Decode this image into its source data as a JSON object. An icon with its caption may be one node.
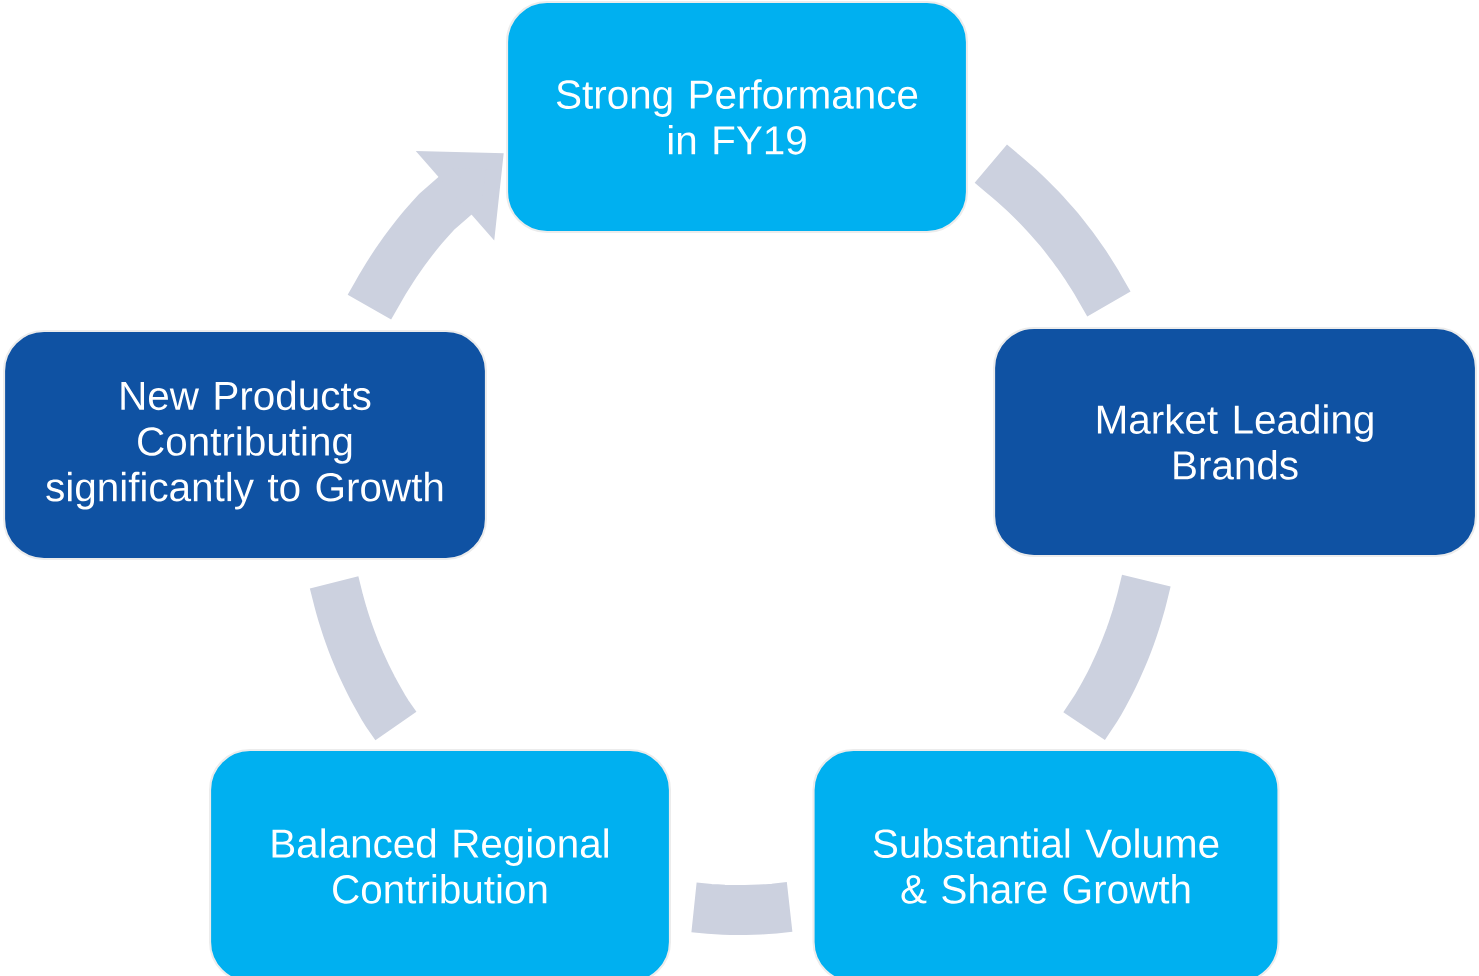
{
  "diagram": {
    "nodes": [
      {
        "text": [
          "Strong Performance in FY19"
        ]
      },
      {
        "text": [
          "Market Leading Brands"
        ]
      },
      {
        "text": [
          "Substantial Volume & Share Growth"
        ]
      },
      {
        "text": [
          "Balanced Regional Contribution"
        ]
      },
      {
        "text": [
          "New Products Contributing significantly to Growth"
        ]
      }
    ],
    "edges": [
      {
        "from": 0,
        "to": 1,
        "arrow": "none"
      },
      {
        "from": 1,
        "to": 2,
        "arrow": "none"
      },
      {
        "from": 2,
        "to": 3,
        "arrow": "none"
      },
      {
        "from": 3,
        "to": 4,
        "arrow": "none"
      },
      {
        "from": 4,
        "to": 0,
        "arrow": "to"
      }
    ]
  }
}
